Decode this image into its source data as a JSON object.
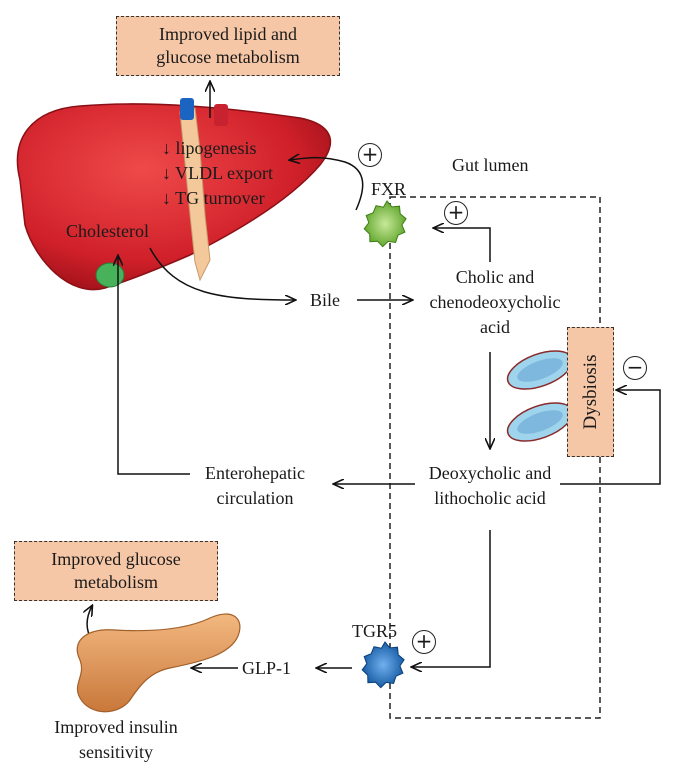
{
  "boxes": {
    "improved_lipid_glucose_1": "Improved lipid and",
    "improved_lipid_glucose_2": "glucose metabolism",
    "improved_glucose_1": "Improved glucose",
    "improved_glucose_2": "metabolism",
    "dysbiosis": "Dysbiosis"
  },
  "liver_effects": {
    "lipogenesis": "↓ lipogenesis",
    "vldl": "↓ VLDL export",
    "tg": "↓ TG turnover"
  },
  "labels": {
    "cholesterol": "Cholesterol",
    "fxr": "FXR",
    "gut_lumen": "Gut lumen",
    "bile": "Bile",
    "primary_1": "Cholic and",
    "primary_2": "chenodeoxycholic",
    "primary_3": "acid",
    "secondary_1": "Deoxycholic and",
    "secondary_2": "lithocholic acid",
    "enterohepatic_1": "Enterohepatic",
    "enterohepatic_2": "circulation",
    "tgr5": "TGR5",
    "glp1": "GLP-1",
    "insulin_1": "Improved insulin",
    "insulin_2": "sensitivity"
  },
  "signs": {
    "fxr_plus": "+",
    "lumen_plus": "+",
    "tgr5_plus": "+",
    "dysbiosis_minus": "−"
  },
  "colors": {
    "box_fill": "#f6c7a6",
    "liver": "#d8262b",
    "fxr_star": "#7ac142",
    "tgr5_star": "#1f6fbf",
    "pancreas": "#e9a060"
  },
  "icons": {
    "liver": "liver-illustration",
    "pancreas": "pancreas-illustration",
    "bacteria": "bacteria-icon"
  }
}
